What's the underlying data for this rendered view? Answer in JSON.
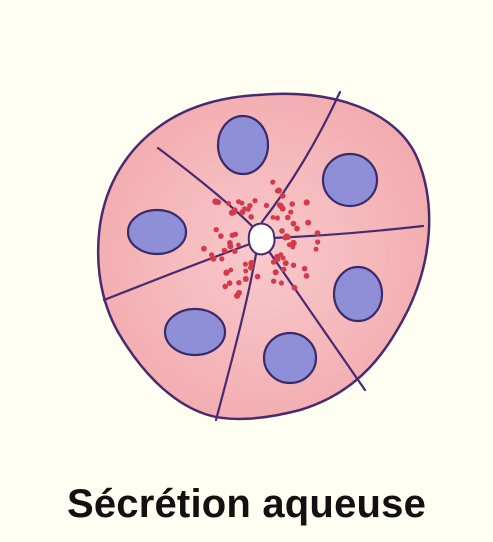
{
  "caption": "Sécrétion aqueuse",
  "colors": {
    "background": "#fefef2",
    "cell_fill": "#f4b3b6",
    "cell_outline": "#4a2a6e",
    "nucleus_fill": "#8e8fd6",
    "nucleus_outline": "#3a2a6a",
    "granule": "#d43a4e",
    "lumen": "#ffffff"
  },
  "diagram": {
    "subject": "acinus",
    "cell_count": 6,
    "icon": "acinus-cross-section"
  }
}
